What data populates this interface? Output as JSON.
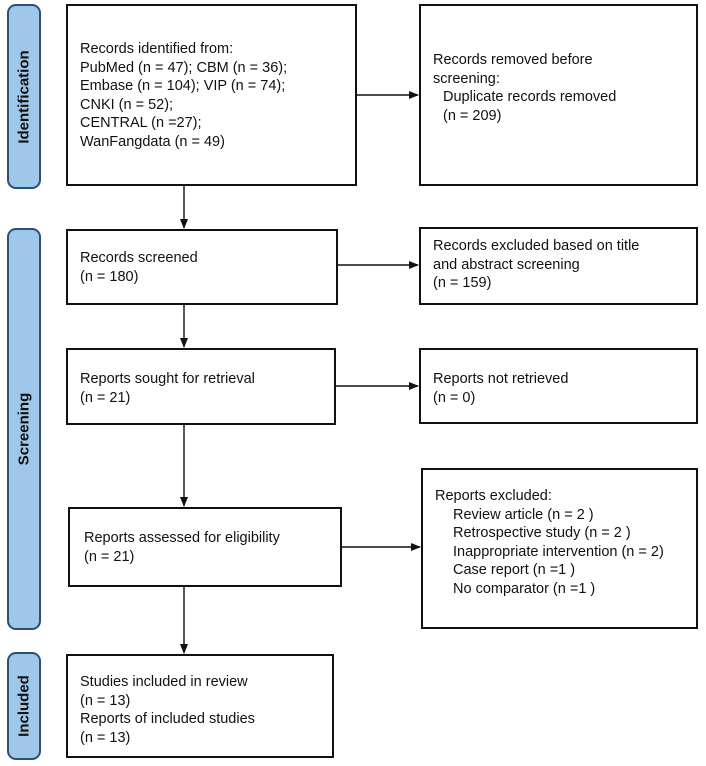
{
  "phases": {
    "identification": "Identification",
    "screening": "Screening",
    "included": "Included"
  },
  "boxes": {
    "records_identified": {
      "lines": [
        "Records identified from:",
        "PubMed (n = 47); CBM (n = 36);",
        "Embase (n = 104); VIP (n = 74);",
        "CNKI (n = 52);",
        "CENTRAL (n =27);",
        "WanFangdata (n = 49)"
      ]
    },
    "records_removed": {
      "lines": [
        "Records removed before",
        "screening:",
        "Duplicate records removed",
        "(n = 209)"
      ]
    },
    "records_screened": {
      "lines": [
        "Records screened",
        "(n = 180)"
      ]
    },
    "records_excluded": {
      "lines": [
        "Records excluded based on title",
        "and abstract screening",
        "(n = 159)"
      ]
    },
    "reports_sought": {
      "lines": [
        "Reports sought for retrieval",
        "(n = 21)"
      ]
    },
    "reports_not_retrieved": {
      "lines": [
        "Reports not retrieved",
        "(n = 0)"
      ]
    },
    "reports_assessed": {
      "lines": [
        "Reports assessed for eligibility",
        "(n = 21)"
      ]
    },
    "reports_excluded": {
      "lines": [
        "Reports excluded:",
        "Review article (n = 2 )",
        "Retrospective study (n = 2 )",
        "Inappropriate intervention (n = 2)",
        "Case report (n =1 )",
        "No comparator (n =1 )"
      ]
    },
    "studies_included": {
      "lines": [
        "Studies included in review",
        "(n = 13)",
        "Reports of included studies",
        "(n = 13)"
      ]
    }
  }
}
